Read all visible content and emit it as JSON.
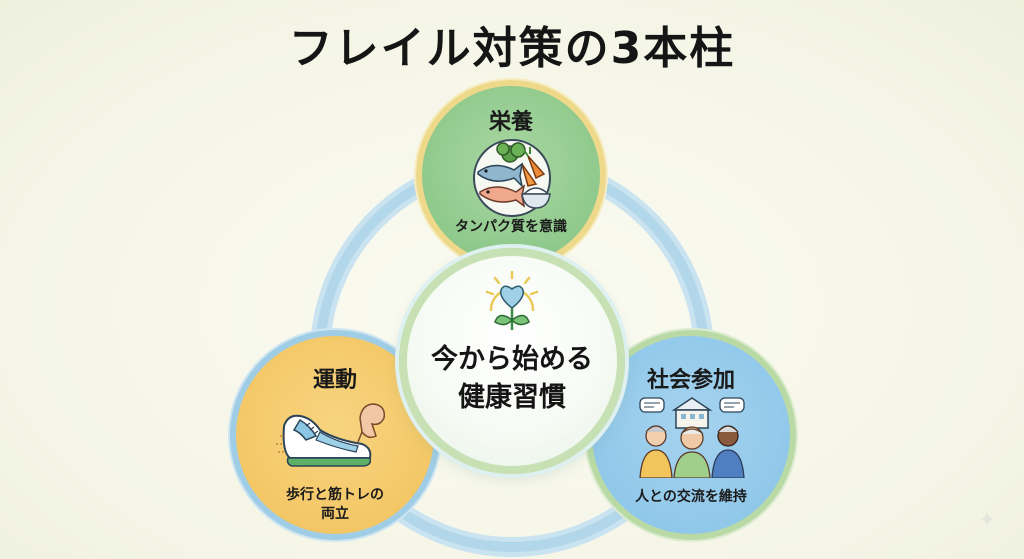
{
  "title": "フレイル対策の3本柱",
  "center": {
    "line1": "今から始める",
    "line2": "健康習慣",
    "icon": "heart-sprout-icon"
  },
  "pillars": {
    "nutrition": {
      "label": "栄養",
      "caption": "タンパク質を意識",
      "icon": "fish-vegetables-rice-icon",
      "color": "#8fc98c"
    },
    "exercise": {
      "label": "運動",
      "caption_line1": "歩行と筋トレの",
      "caption_line2": "両立",
      "icon": "sneaker-muscle-icon",
      "color": "#f3c664"
    },
    "social": {
      "label": "社会参加",
      "caption": "人との交流を維持",
      "icon": "community-people-icon",
      "color": "#8fc7ea"
    }
  },
  "ring_color": "#b7d9ec"
}
